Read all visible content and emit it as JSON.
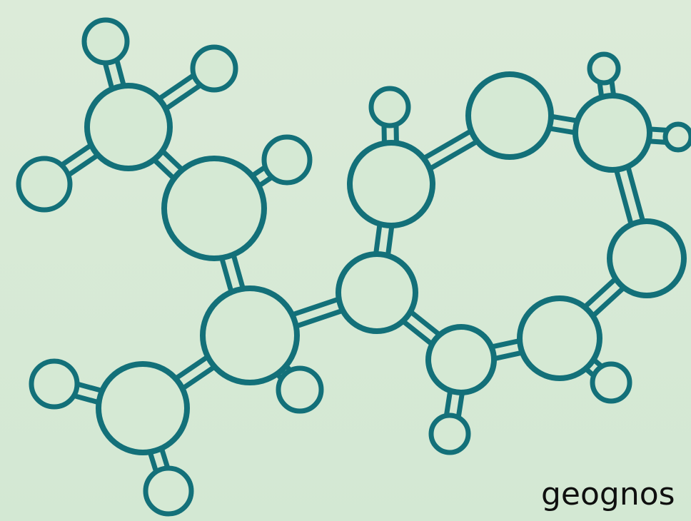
{
  "caption": "geognos",
  "colors": {
    "background": "#d8ebd7",
    "stroke": "#137079",
    "atom_fill": "#d5e9d4"
  },
  "molecule": {
    "atoms": [
      {
        "id": "h1"
      },
      {
        "id": "c1"
      },
      {
        "id": "h2"
      },
      {
        "id": "h3"
      },
      {
        "id": "c2"
      },
      {
        "id": "h4"
      },
      {
        "id": "c3"
      },
      {
        "id": "h5"
      },
      {
        "id": "c4"
      },
      {
        "id": "h6"
      },
      {
        "id": "h7"
      },
      {
        "id": "c5"
      },
      {
        "id": "c6"
      },
      {
        "id": "h8"
      },
      {
        "id": "c7"
      },
      {
        "id": "c8"
      },
      {
        "id": "h9"
      },
      {
        "id": "h10"
      },
      {
        "id": "c9"
      },
      {
        "id": "c10"
      },
      {
        "id": "h11"
      },
      {
        "id": "c11"
      },
      {
        "id": "h12"
      }
    ],
    "bonds": [
      [
        "c1",
        "h1"
      ],
      [
        "c1",
        "h2"
      ],
      [
        "c1",
        "h3"
      ],
      [
        "c1",
        "c2"
      ],
      [
        "c2",
        "h4"
      ],
      [
        "c2",
        "c3"
      ],
      [
        "c3",
        "h5"
      ],
      [
        "c3",
        "c4"
      ],
      [
        "c3",
        "c5"
      ],
      [
        "c4",
        "h6"
      ],
      [
        "c4",
        "h7"
      ],
      [
        "c5",
        "c6"
      ],
      [
        "c5",
        "c11"
      ],
      [
        "c6",
        "h8"
      ],
      [
        "c6",
        "c7"
      ],
      [
        "c7",
        "c8"
      ],
      [
        "c8",
        "h9"
      ],
      [
        "c8",
        "h10"
      ],
      [
        "c8",
        "c9"
      ],
      [
        "c9",
        "c10"
      ],
      [
        "c10",
        "h11"
      ],
      [
        "c10",
        "c11"
      ],
      [
        "c11",
        "h12"
      ]
    ]
  }
}
